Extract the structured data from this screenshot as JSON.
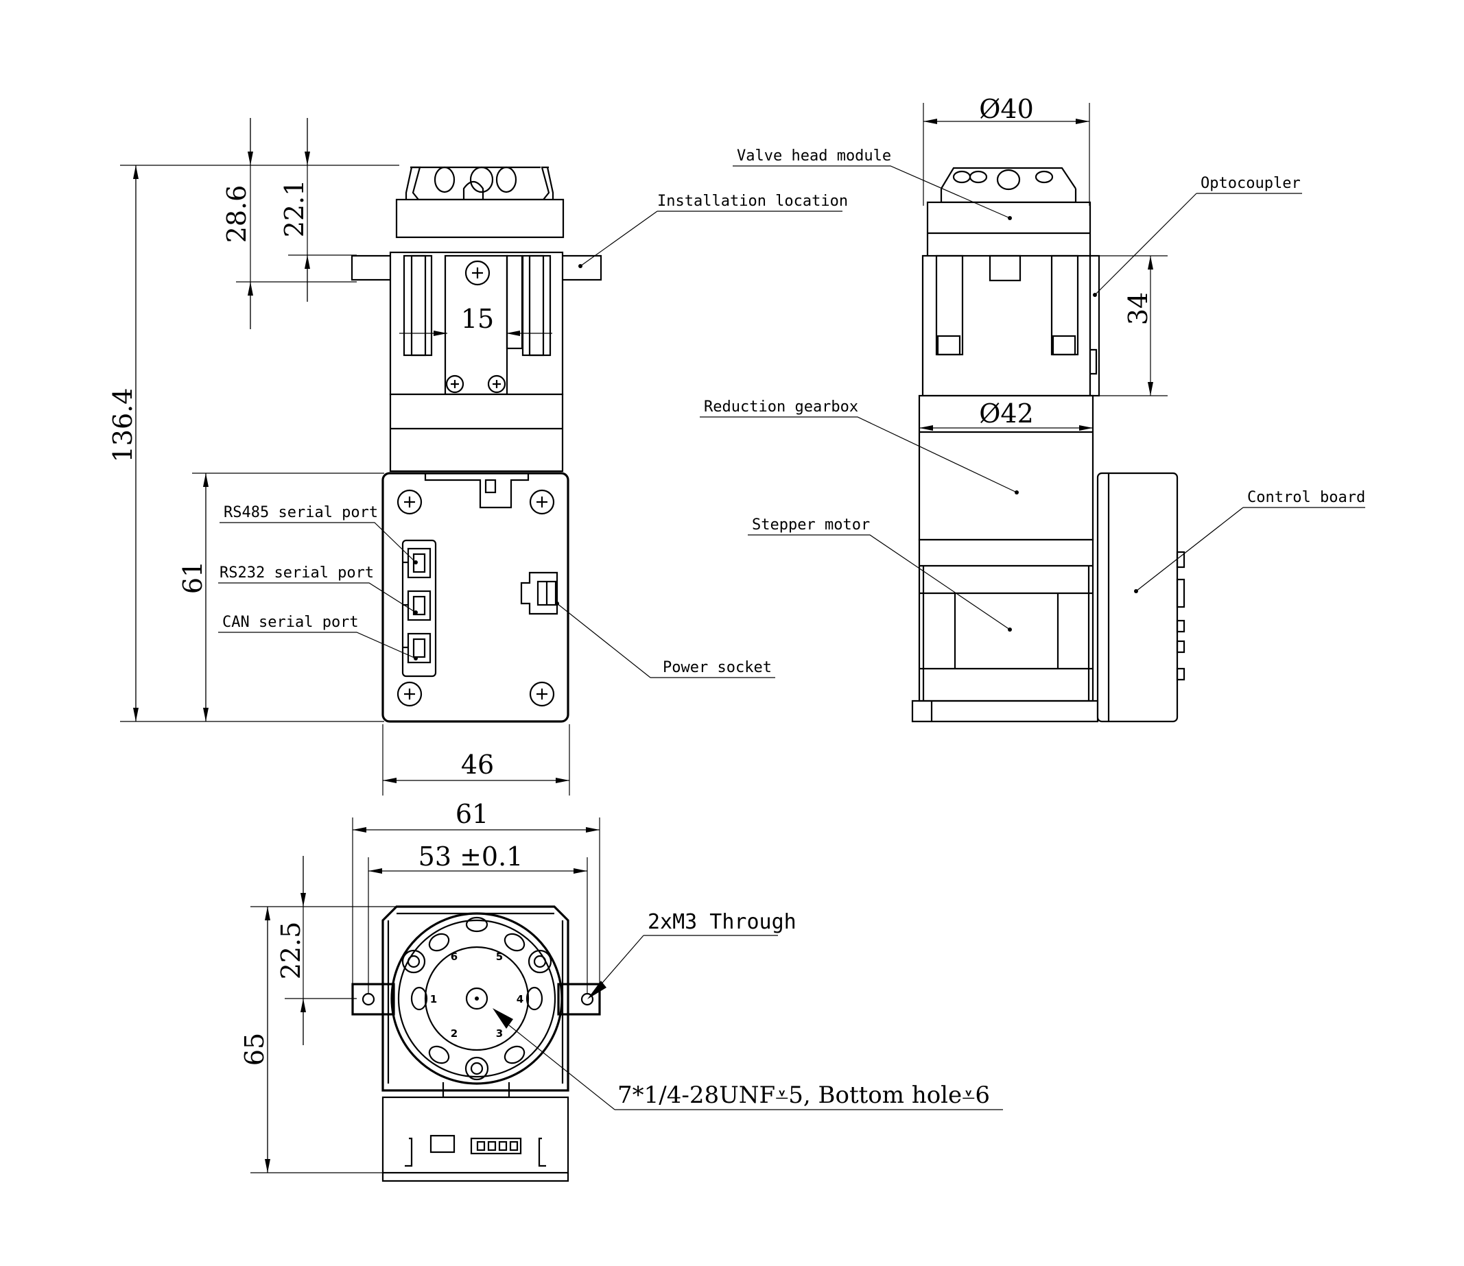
{
  "drawing": {
    "front_view": {
      "dimensions": {
        "top_offset": "28.6",
        "flange_offset": "22.1",
        "slot_width": "15",
        "total_height": "136.4",
        "board_height": "61",
        "board_width": "46"
      },
      "labels": {
        "installation": "Installation location",
        "rs485": "RS485 serial port",
        "rs232": "RS232 serial port",
        "can": "CAN serial port",
        "power": "Power socket"
      }
    },
    "side_view": {
      "dimensions": {
        "head_diameter": "Ø40",
        "gearbox_diameter": "Ø42",
        "opto_height": "34"
      },
      "labels": {
        "valve_head": "Valve head module",
        "optocoupler": "Optocoupler",
        "gearbox": "Reduction gearbox",
        "motor": "Stepper motor",
        "control_board": "Control board"
      }
    },
    "top_view": {
      "dimensions": {
        "total_width": "61",
        "hole_spacing": "53 ±0.1",
        "center_offset": "22.5",
        "total_depth": "65"
      },
      "labels": {
        "mount_holes": "2xM3 Through",
        "port_threads": "7*1/4-28UNF⩡5, Bottom hole⩡6"
      },
      "port_numbers": [
        "1",
        "2",
        "3",
        "4",
        "5",
        "6"
      ]
    }
  }
}
